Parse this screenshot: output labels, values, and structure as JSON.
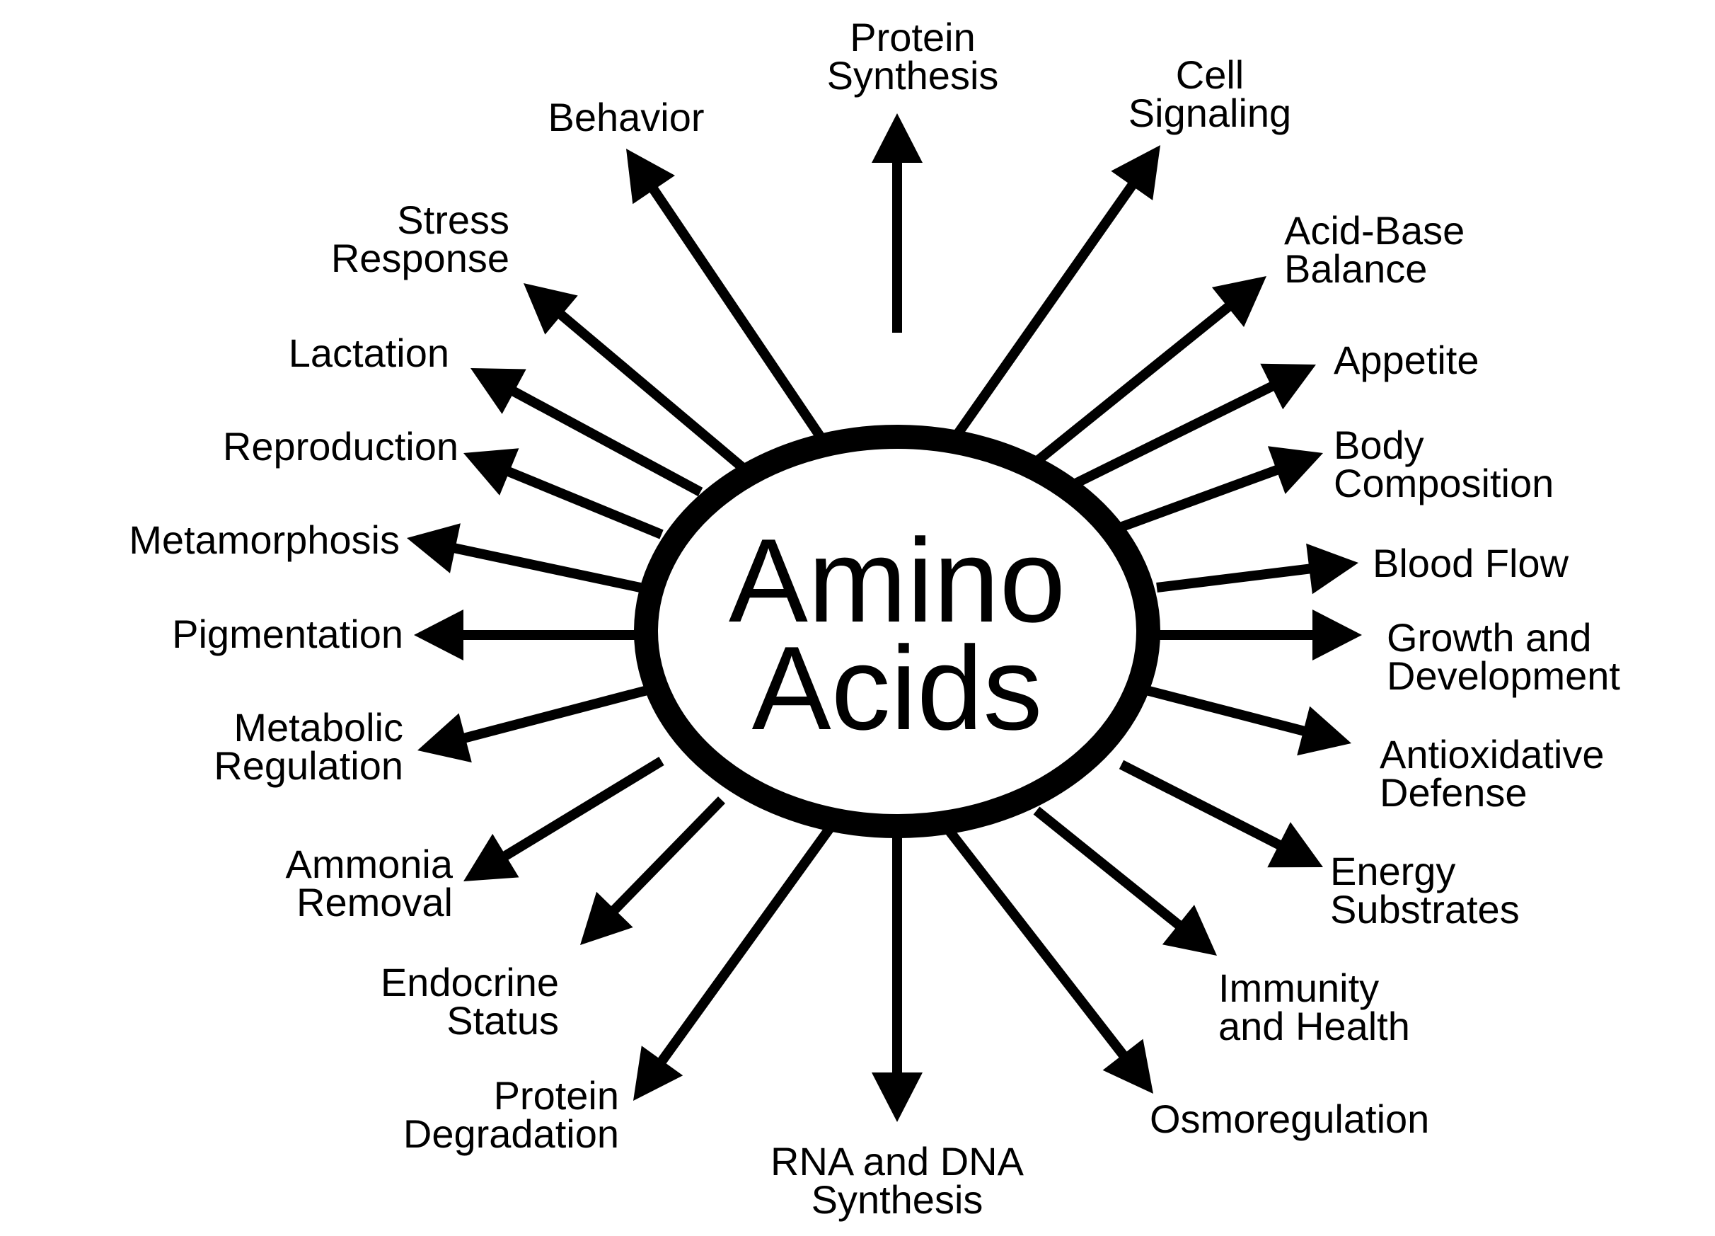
{
  "center": {
    "line1": "Amino",
    "line2": "Acids"
  },
  "colors": {
    "ink": "#000000",
    "background": "#ffffff"
  },
  "functions": [
    {
      "id": "protein-synthesis",
      "lines": [
        "Protein",
        "Synthesis"
      ]
    },
    {
      "id": "cell-signaling",
      "lines": [
        "Cell",
        "Signaling"
      ]
    },
    {
      "id": "acid-base-balance",
      "lines": [
        "Acid-Base",
        "Balance"
      ]
    },
    {
      "id": "appetite",
      "lines": [
        "Appetite"
      ]
    },
    {
      "id": "body-composition",
      "lines": [
        "Body",
        "Composition"
      ]
    },
    {
      "id": "blood-flow",
      "lines": [
        "Blood Flow"
      ]
    },
    {
      "id": "growth-and-development",
      "lines": [
        "Growth and",
        "Development"
      ]
    },
    {
      "id": "antioxidative-defense",
      "lines": [
        "Antioxidative",
        "Defense"
      ]
    },
    {
      "id": "energy-substrates",
      "lines": [
        "Energy",
        "Substrates"
      ]
    },
    {
      "id": "immunity-and-health",
      "lines": [
        "Immunity",
        "and Health"
      ]
    },
    {
      "id": "osmoregulation",
      "lines": [
        "Osmoregulation"
      ]
    },
    {
      "id": "rna-and-dna-synthesis",
      "lines": [
        "RNA and DNA",
        "Synthesis"
      ]
    },
    {
      "id": "protein-degradation",
      "lines": [
        "Protein",
        "Degradation"
      ]
    },
    {
      "id": "endocrine-status",
      "lines": [
        "Endocrine",
        "Status"
      ]
    },
    {
      "id": "ammonia-removal",
      "lines": [
        "Ammonia",
        "Removal"
      ]
    },
    {
      "id": "metabolic-regulation",
      "lines": [
        "Metabolic",
        "Regulation"
      ]
    },
    {
      "id": "pigmentation",
      "lines": [
        "Pigmentation"
      ]
    },
    {
      "id": "metamorphosis",
      "lines": [
        "Metamorphosis"
      ]
    },
    {
      "id": "reproduction",
      "lines": [
        "Reproduction"
      ]
    },
    {
      "id": "lactation",
      "lines": [
        "Lactation"
      ]
    },
    {
      "id": "stress-response",
      "lines": [
        "Stress",
        "Response"
      ]
    },
    {
      "id": "behavior",
      "lines": [
        "Behavior"
      ]
    }
  ]
}
